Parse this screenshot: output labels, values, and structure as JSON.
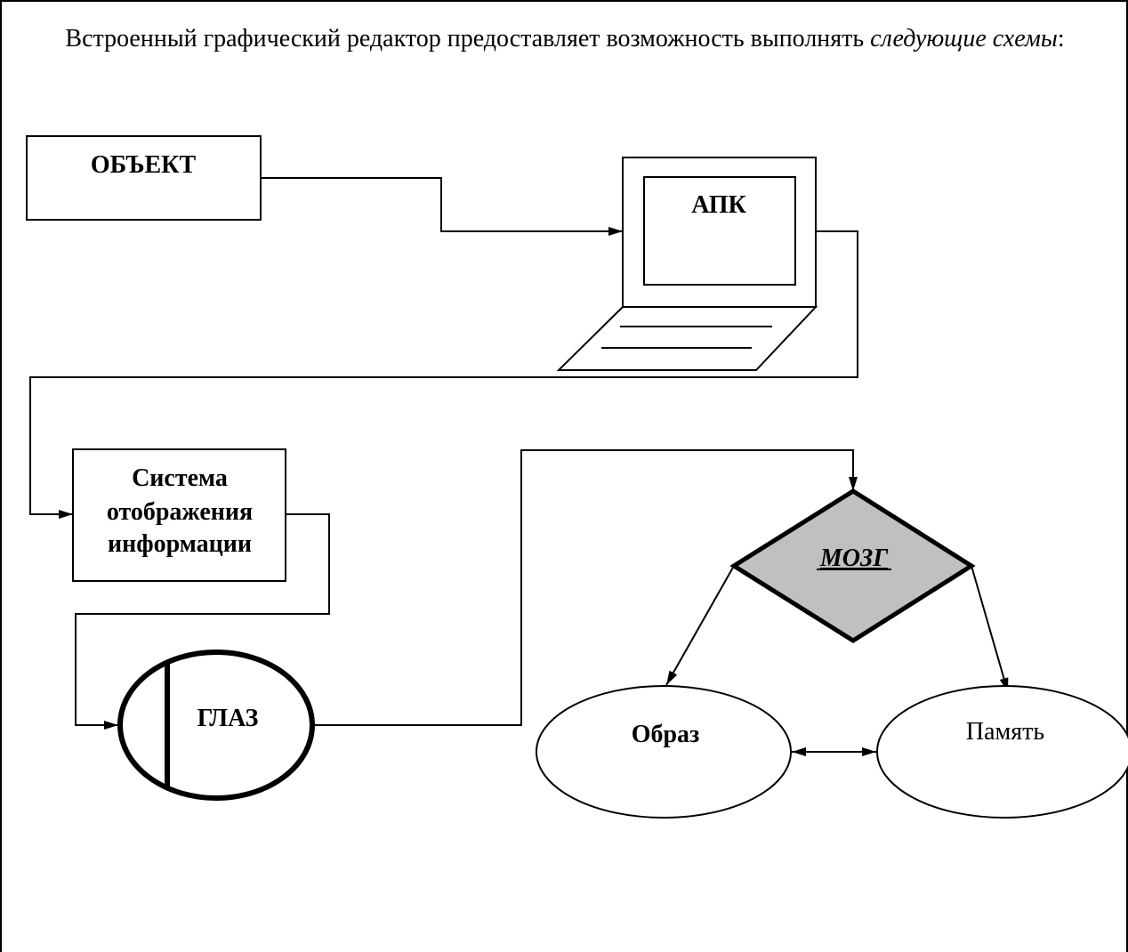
{
  "intro": {
    "text": "Встроенный графический редактор предоставляет возможность выполнять ",
    "emphasis": "следующие схемы",
    "suffix": ":"
  },
  "nodes": {
    "object": "ОБЪЕКТ",
    "apk": "АПК",
    "display_line1": "Система",
    "display_line2": "отображения",
    "display_line3": "информации",
    "eye": "ГЛАЗ",
    "brain": "МОЗГ",
    "image": "Образ",
    "memory": "Память"
  },
  "colors": {
    "brain_fill": "#c0c0c0",
    "stroke": "#000000"
  }
}
